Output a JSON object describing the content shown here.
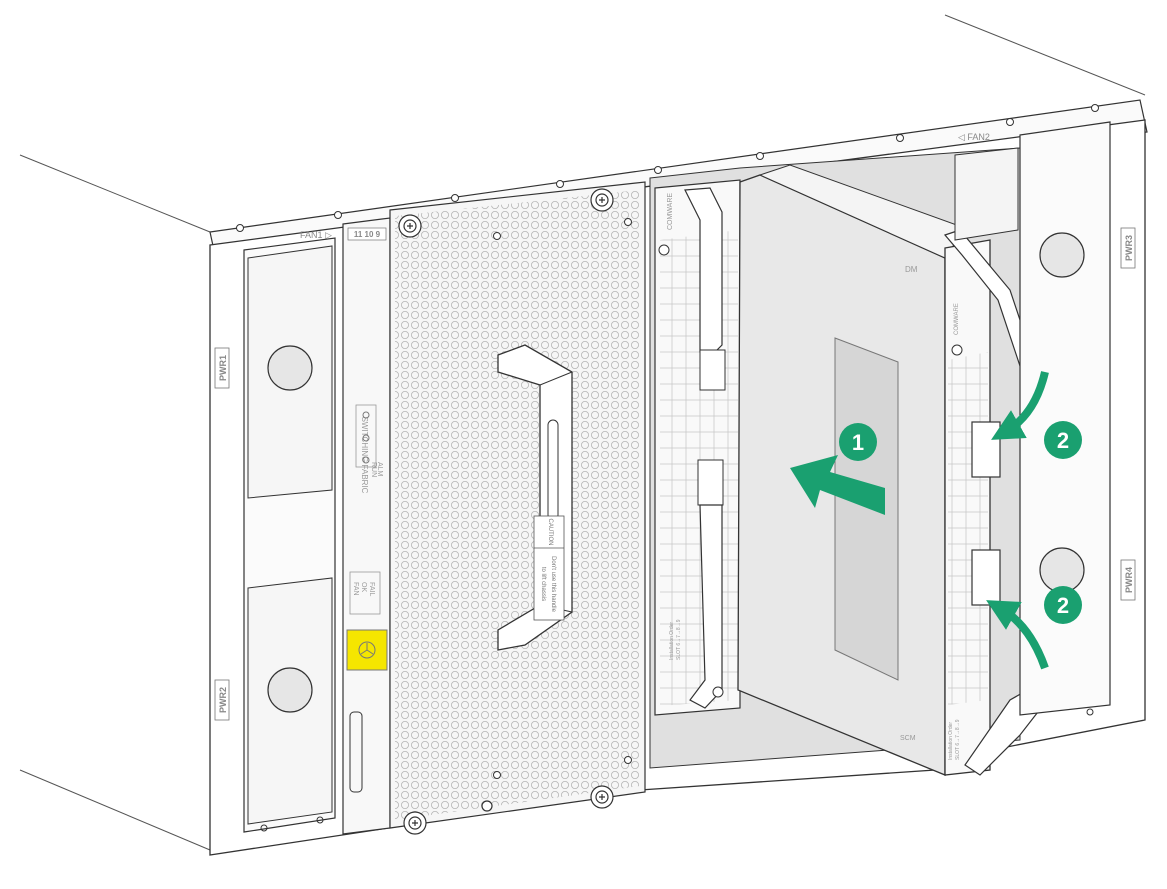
{
  "chassis_labels": {
    "fan1": "FAN1 ▷",
    "fan2": "◁ FAN2",
    "pwr1": "PWR1",
    "pwr2": "PWR2",
    "pwr3": "PWR3",
    "pwr4": "PWR4",
    "slot_ids": "11 10 9",
    "switching_fabric": "SWITCHING FABRIC",
    "alm": "ALM",
    "run": "RUN",
    "fan_status": "FAN",
    "fail": "FAIL",
    "ok": "OK",
    "caution": "CAUTION",
    "caution_text_1": "Don't use this handle",
    "caution_text_2": "to lift chassis",
    "install_order_1": "Installation Order",
    "install_order_2": "SLOT 6→7→8→9",
    "brand": "COMWARE",
    "card_label": "DM",
    "card_bottom_label": "SCM"
  },
  "steps": {
    "step1": "1",
    "step2_top": "2",
    "step2_bottom": "2"
  },
  "colors": {
    "accent": "#1aa070",
    "line": "#333333",
    "panel": "#f4f4f4",
    "card": "#e6e6e6",
    "warning": "#f5e600"
  }
}
